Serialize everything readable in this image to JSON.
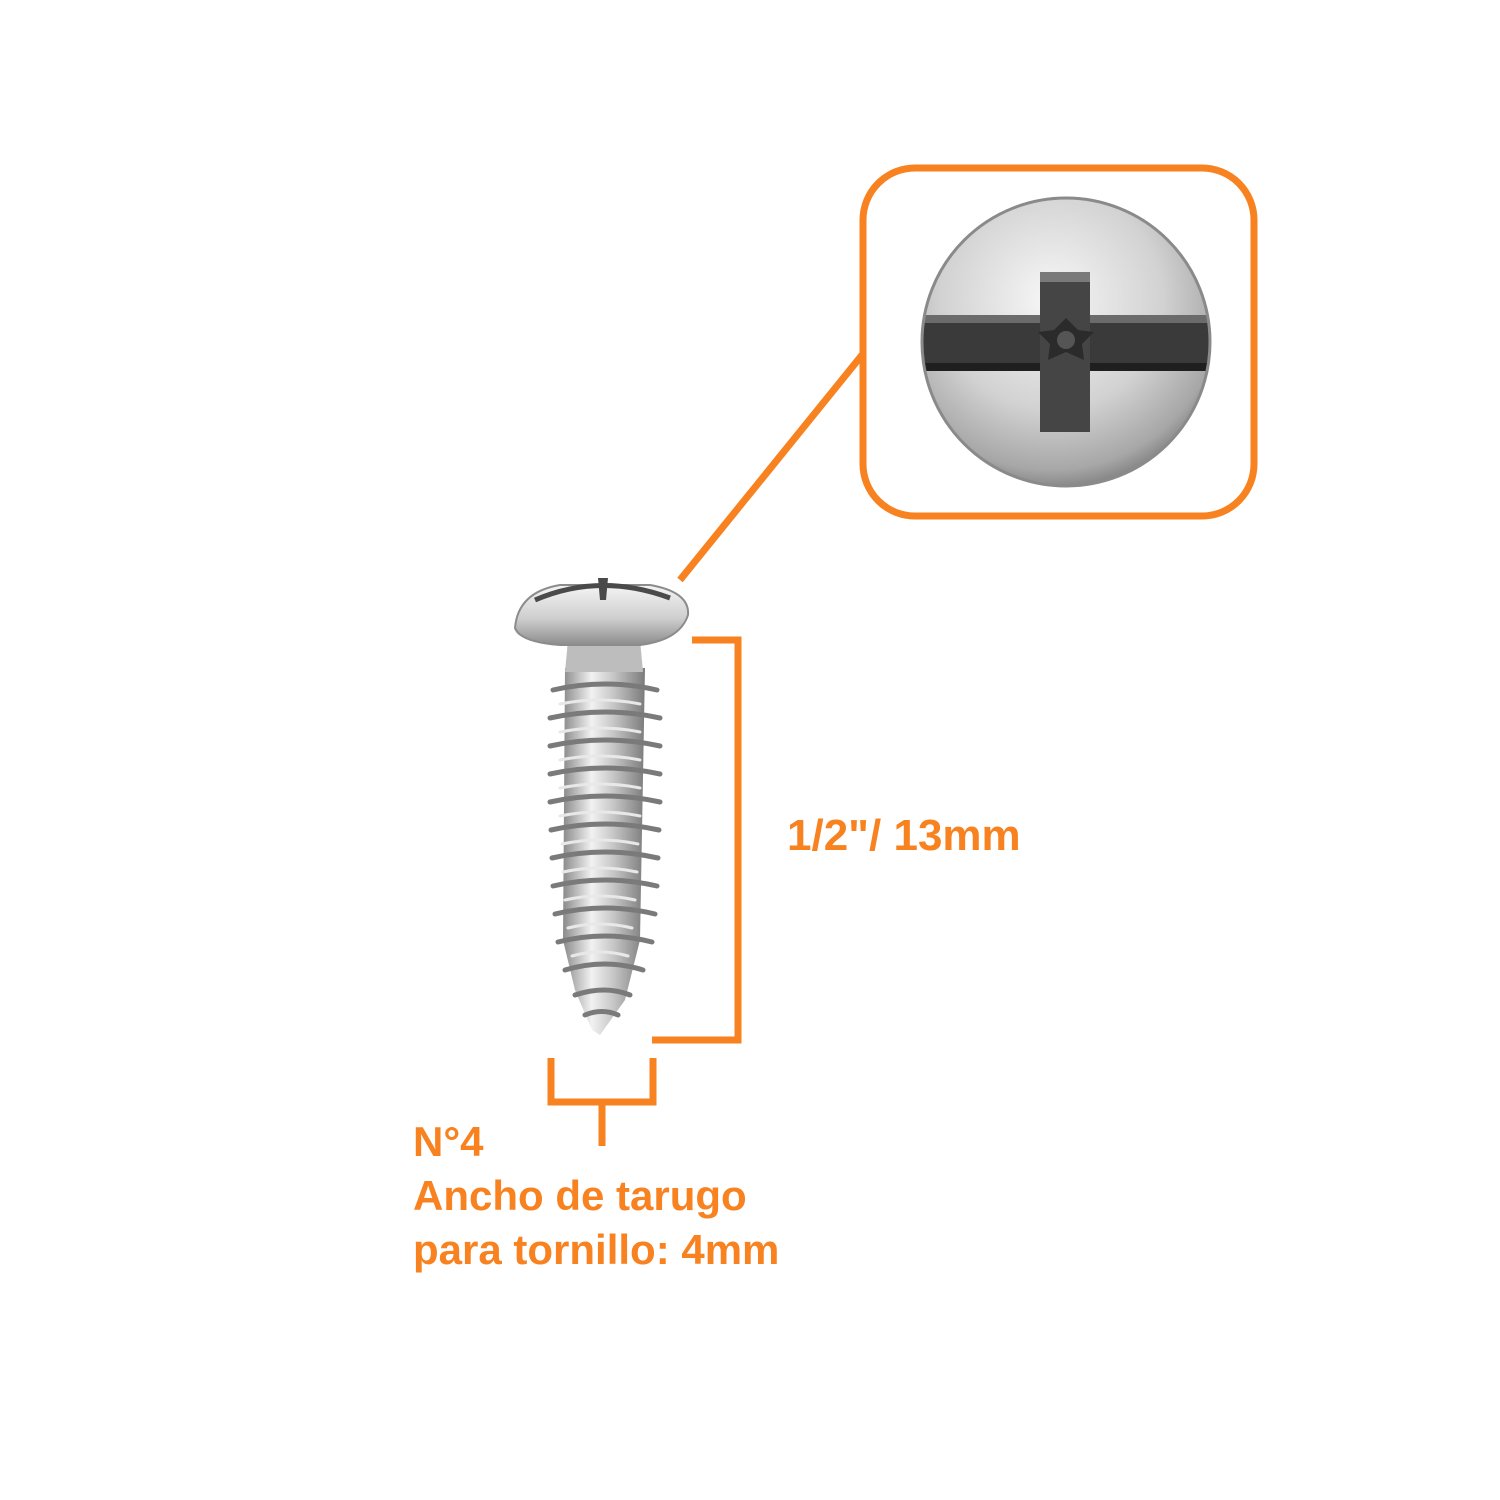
{
  "colors": {
    "accent": "#F7821F",
    "background": "#FFFFFF",
    "metal_light": "#E6E6E6",
    "metal_mid": "#B5B5B5",
    "metal_dark": "#3A3A3A"
  },
  "dimensions": {
    "length_label": "1/2\"/ 13mm",
    "gauge_label": "N°4",
    "plug_width_line1": "Ancho de tarugo",
    "plug_width_line2": "para tornillo: 4mm"
  },
  "icons": {
    "screw": "screw-icon",
    "head_detail": "phillips-slotted-head-icon"
  }
}
